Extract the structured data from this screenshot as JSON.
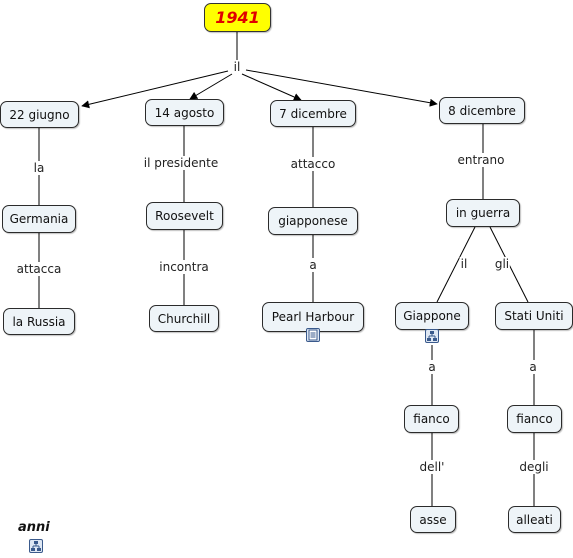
{
  "root": "1941",
  "links": {
    "root_to_dates": "il",
    "d1_to_germania": "la",
    "germania_to_russia": "attacca",
    "d2_to_roosevelt": "il presidente",
    "roosevelt_to_churchill": "incontra",
    "d3_to_giapponese": "attacco",
    "giapponese_to_pearl": "a",
    "d4_to_guerra": "entrano",
    "guerra_to_giappone": "il",
    "guerra_to_stati": "gli",
    "giappone_to_fianco1": "a",
    "fianco1_to_asse": "dell'",
    "stati_to_fianco2": "a",
    "fianco2_to_alleati": "degli"
  },
  "nodes": {
    "d1": "22 giugno",
    "d2": "14 agosto",
    "d3": "7 dicembre",
    "d4": "8 dicembre",
    "germania": "Germania",
    "russia": "la Russia",
    "roosevelt": "Roosevelt",
    "churchill": "Churchill",
    "giapponese": "giapponese",
    "pearl": "Pearl Harbour",
    "guerra": "in guerra",
    "giappone": "Giappone",
    "stati": "Stati Uniti",
    "fianco1": "fianco",
    "fianco2": "fianco",
    "asse": "asse",
    "alleati": "alleati"
  },
  "footer_title": "anni",
  "icons": {
    "pearl": "document-icon",
    "giappone": "concept-map-icon",
    "anni": "concept-map-icon"
  },
  "colors": {
    "root_fill": "#ffff00",
    "root_text": "#e00000",
    "node_fill": "#eef4f8",
    "line": "#000000"
  }
}
